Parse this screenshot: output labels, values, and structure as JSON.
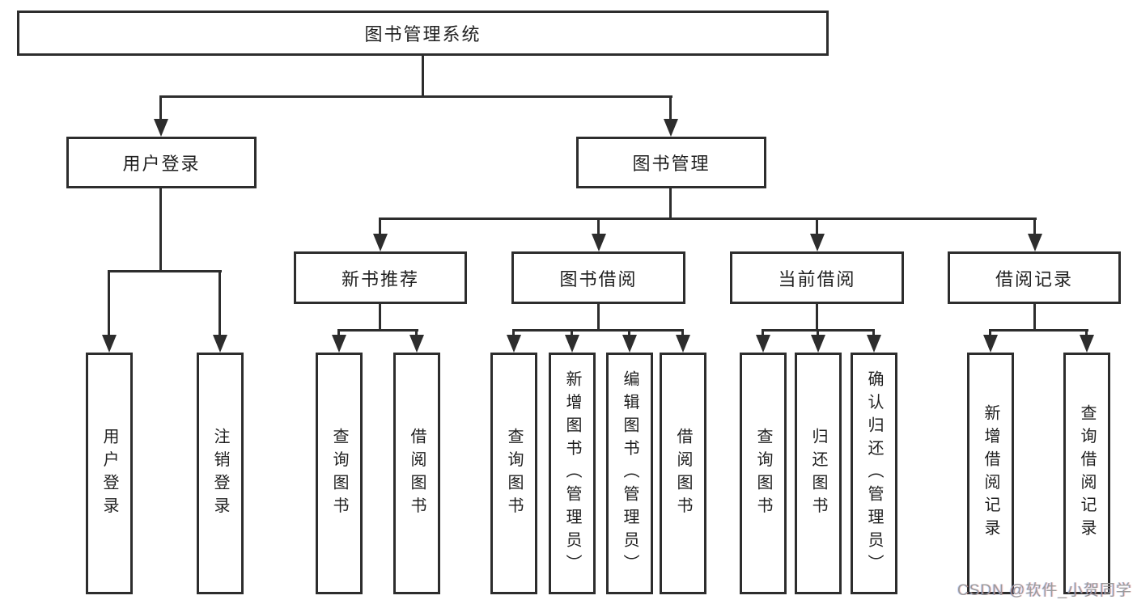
{
  "page": {
    "background": "#ffffff",
    "line_color": "#2d2d2d",
    "watermark": {
      "text": "CSDN @软件_小贺同学",
      "color": "#9b9b9b"
    }
  },
  "tree": {
    "root": {
      "label": "图书管理系统"
    },
    "login": {
      "label": "用户登录",
      "children": [
        {
          "label": "用户登录"
        },
        {
          "label": "注销登录"
        }
      ]
    },
    "management": {
      "label": "图书管理",
      "groups": [
        {
          "label": "新书推荐",
          "children": [
            {
              "label": "查询图书"
            },
            {
              "label": "借阅图书"
            }
          ]
        },
        {
          "label": "图书借阅",
          "children": [
            {
              "label": "查询图书"
            },
            {
              "label": "新增图书（管理员）"
            },
            {
              "label": "编辑图书（管理员）"
            },
            {
              "label": "借阅图书"
            }
          ]
        },
        {
          "label": "当前借阅",
          "children": [
            {
              "label": "查询图书"
            },
            {
              "label": "归还图书"
            },
            {
              "label": "确认归还（管理员）"
            }
          ]
        },
        {
          "label": "借阅记录",
          "children": [
            {
              "label": "新增借阅记录"
            },
            {
              "label": "查询借阅记录"
            }
          ]
        }
      ]
    }
  }
}
